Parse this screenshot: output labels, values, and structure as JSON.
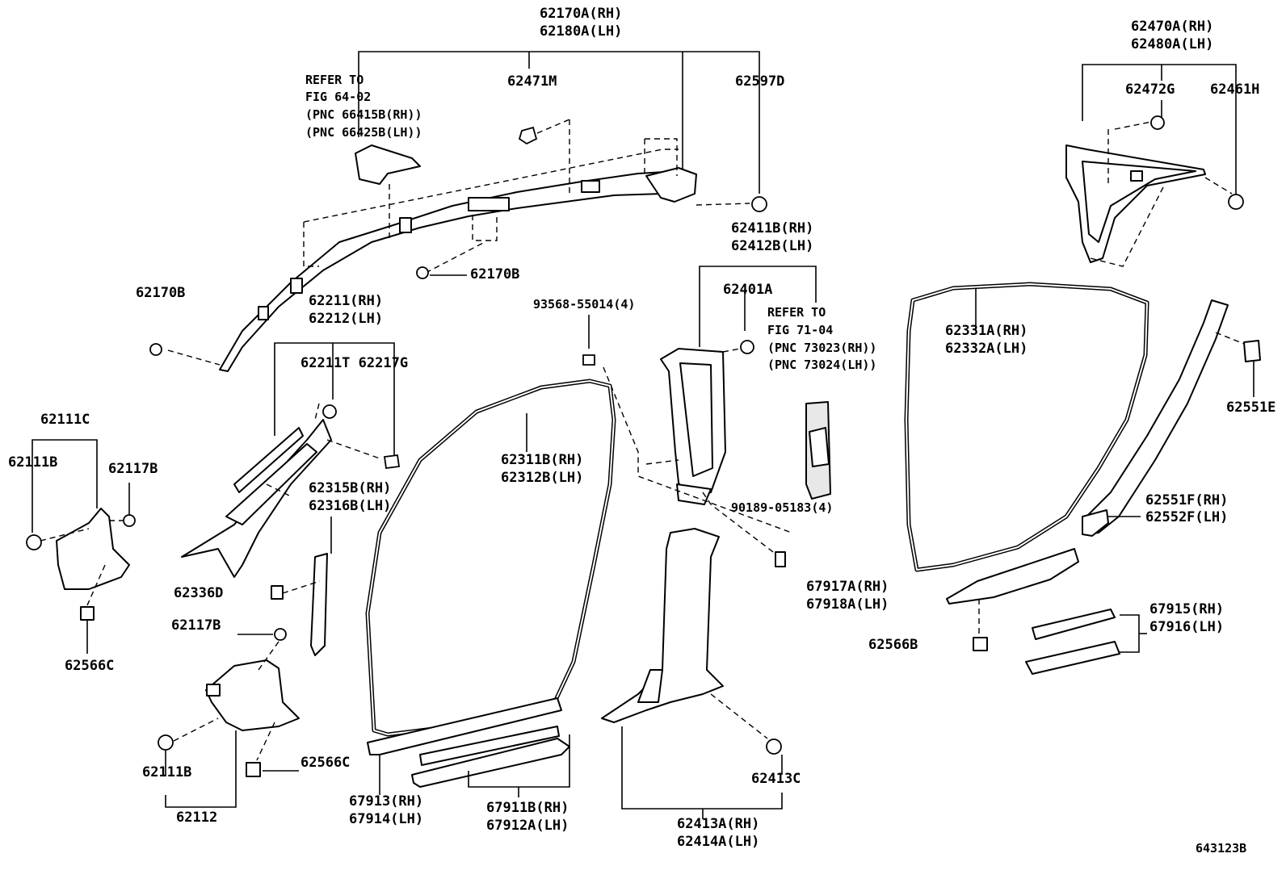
{
  "diagram_id": "643123B",
  "labels": [
    {
      "id": "l1",
      "lines": [
        "62170A(RH)",
        "62180A(LH)"
      ]
    },
    {
      "id": "l2",
      "lines": [
        "REFER TO",
        "FIG 64-02",
        "(PNC 66415B(RH))",
        "(PNC 66425B(LH))"
      ]
    },
    {
      "id": "l3",
      "lines": [
        "62471M"
      ]
    },
    {
      "id": "l4",
      "lines": [
        "62597D"
      ]
    },
    {
      "id": "l5",
      "lines": [
        "62170B"
      ]
    },
    {
      "id": "l6",
      "lines": [
        "62170B"
      ]
    },
    {
      "id": "l7",
      "lines": [
        "62470A(RH)",
        "62480A(LH)"
      ]
    },
    {
      "id": "l8",
      "lines": [
        "62472G"
      ]
    },
    {
      "id": "l9",
      "lines": [
        "62461H"
      ]
    },
    {
      "id": "l10",
      "lines": [
        "62411B(RH)",
        "62412B(LH)"
      ]
    },
    {
      "id": "l11",
      "lines": [
        "62401A"
      ]
    },
    {
      "id": "l12",
      "lines": [
        "REFER TO",
        "FIG 71-04",
        "(PNC 73023(RH))",
        "(PNC 73024(LH))"
      ]
    },
    {
      "id": "l13",
      "lines": [
        "62331A(RH)",
        "62332A(LH)"
      ]
    },
    {
      "id": "l14",
      "lines": [
        "62551E"
      ]
    },
    {
      "id": "l15",
      "lines": [
        "62211(RH)",
        "62212(LH)"
      ]
    },
    {
      "id": "l16",
      "lines": [
        "62211T 62217G"
      ]
    },
    {
      "id": "l17",
      "lines": [
        "93568-55014(4)"
      ]
    },
    {
      "id": "l18",
      "lines": [
        "62111C"
      ]
    },
    {
      "id": "l19",
      "lines": [
        "62111B"
      ]
    },
    {
      "id": "l20",
      "lines": [
        "62117B"
      ]
    },
    {
      "id": "l21",
      "lines": [
        "62311B(RH)",
        "62312B(LH)"
      ]
    },
    {
      "id": "l22",
      "lines": [
        "62315B(RH)",
        "62316B(LH)"
      ]
    },
    {
      "id": "l23",
      "lines": [
        "90189-05183(4)"
      ]
    },
    {
      "id": "l24",
      "lines": [
        "62551F(RH)",
        "62552F(LH)"
      ]
    },
    {
      "id": "l25",
      "lines": [
        "62336D"
      ]
    },
    {
      "id": "l26",
      "lines": [
        "62117B"
      ]
    },
    {
      "id": "l27",
      "lines": [
        "62566C"
      ]
    },
    {
      "id": "l28",
      "lines": [
        "67917A(RH)",
        "67918A(LH)"
      ]
    },
    {
      "id": "l29",
      "lines": [
        "67915(RH)",
        "67916(LH)"
      ]
    },
    {
      "id": "l30",
      "lines": [
        "62566B"
      ]
    },
    {
      "id": "l31",
      "lines": [
        "62566C"
      ]
    },
    {
      "id": "l32",
      "lines": [
        "62111B"
      ]
    },
    {
      "id": "l33",
      "lines": [
        "62413C"
      ]
    },
    {
      "id": "l34",
      "lines": [
        "62112"
      ]
    },
    {
      "id": "l35",
      "lines": [
        "67913(RH)",
        "67914(LH)"
      ]
    },
    {
      "id": "l36",
      "lines": [
        "67911B(RH)",
        "67912A(LH)"
      ]
    },
    {
      "id": "l37",
      "lines": [
        "62413A(RH)",
        "62414A(LH)"
      ]
    }
  ]
}
